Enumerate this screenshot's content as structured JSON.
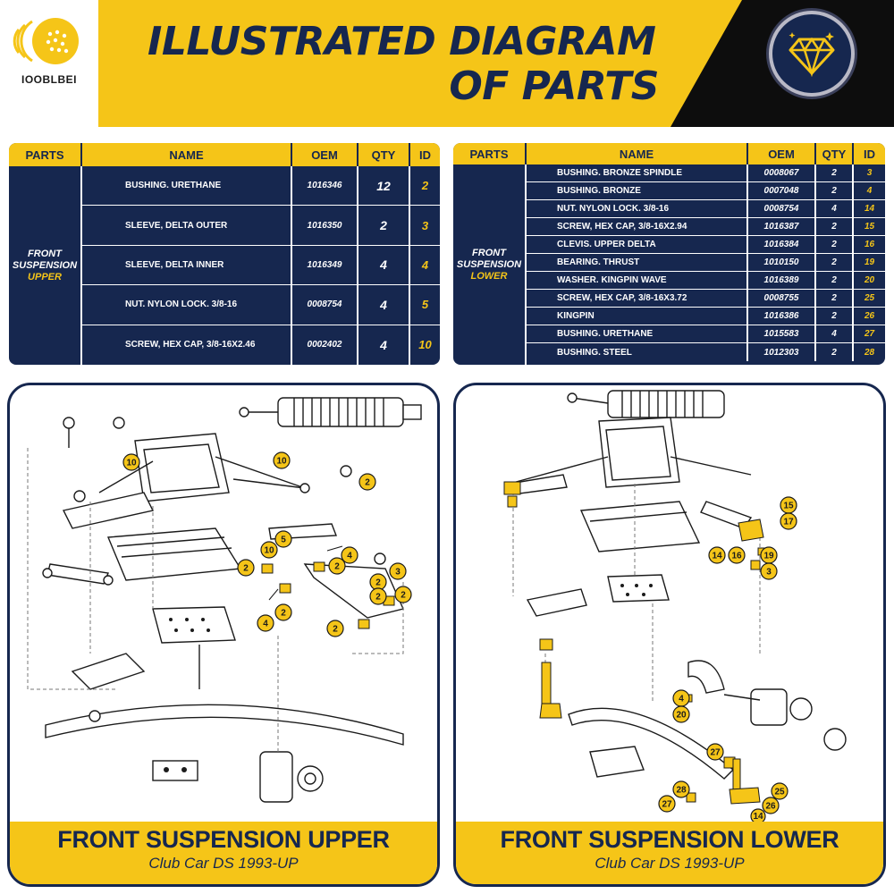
{
  "brand": {
    "name": "IOOBLBEI",
    "logo": "golf-ball-logo-icon"
  },
  "header": {
    "title_line1": "ILLUSTRATED DIAGRAM",
    "title_line2": "OF PARTS",
    "badge_icon": "diamond-icon"
  },
  "colors": {
    "yellow": "#f5c518",
    "navy": "#16274f",
    "black": "#0d0d0d"
  },
  "tables": {
    "columns": {
      "parts": "PARTS",
      "name": "NAME",
      "oem": "OEM",
      "qty": "QTY",
      "id": "ID"
    },
    "upper": {
      "group_line1": "FRONT",
      "group_line2": "SUSPENSION",
      "group_line3": "UPPER",
      "rows": [
        {
          "name": "BUSHING. URETHANE",
          "oem": "1016346",
          "qty": "12",
          "id": "2"
        },
        {
          "name": "SLEEVE, DELTA OUTER",
          "oem": "1016350",
          "qty": "2",
          "id": "3"
        },
        {
          "name": "SLEEVE, DELTA INNER",
          "oem": "1016349",
          "qty": "4",
          "id": "4"
        },
        {
          "name": "NUT. NYLON LOCK. 3/8-16",
          "oem": "0008754",
          "qty": "4",
          "id": "5"
        },
        {
          "name": "SCREW, HEX CAP, 3/8-16X2.46",
          "oem": "0002402",
          "qty": "4",
          "id": "10"
        }
      ]
    },
    "lower": {
      "group_line1": "FRONT",
      "group_line2": "SUSPENSION",
      "group_line3": "LOWER",
      "rows": [
        {
          "name": "BUSHING. BRONZE SPINDLE",
          "oem": "0008067",
          "qty": "2",
          "id": "3"
        },
        {
          "name": "BUSHING. BRONZE",
          "oem": "0007048",
          "qty": "2",
          "id": "4"
        },
        {
          "name": "NUT. NYLON LOCK. 3/8-16",
          "oem": "0008754",
          "qty": "4",
          "id": "14"
        },
        {
          "name": "SCREW, HEX CAP, 3/8-16X2.94",
          "oem": "1016387",
          "qty": "2",
          "id": "15"
        },
        {
          "name": "CLEVIS. UPPER DELTA",
          "oem": "1016384",
          "qty": "2",
          "id": "16"
        },
        {
          "name": "BEARING. THRUST",
          "oem": "1010150",
          "qty": "2",
          "id": "19"
        },
        {
          "name": "WASHER. KINGPIN WAVE",
          "oem": "1016389",
          "qty": "2",
          "id": "20"
        },
        {
          "name": "SCREW, HEX CAP, 3/8-16X3.72",
          "oem": "0008755",
          "qty": "2",
          "id": "25"
        },
        {
          "name": "KINGPIN",
          "oem": "1016386",
          "qty": "2",
          "id": "26"
        },
        {
          "name": "BUSHING. URETHANE",
          "oem": "1015583",
          "qty": "4",
          "id": "27"
        },
        {
          "name": "BUSHING. STEEL",
          "oem": "1012303",
          "qty": "2",
          "id": "28"
        }
      ]
    }
  },
  "panels": {
    "upper": {
      "title": "FRONT SUSPENSION UPPER",
      "subtitle": "Club Car DS 1993-UP"
    },
    "lower": {
      "title": "FRONT SUSPENSION LOWER",
      "subtitle": "Club Car DS 1993-UP"
    }
  },
  "callouts": {
    "upper": [
      "10",
      "10",
      "2",
      "5",
      "10",
      "4",
      "2",
      "2",
      "2",
      "3",
      "2",
      "2",
      "4",
      "2",
      "2"
    ],
    "lower": [
      "15",
      "17",
      "14",
      "16",
      "19",
      "3",
      "4",
      "20",
      "27",
      "28",
      "27",
      "25",
      "26",
      "14"
    ]
  }
}
